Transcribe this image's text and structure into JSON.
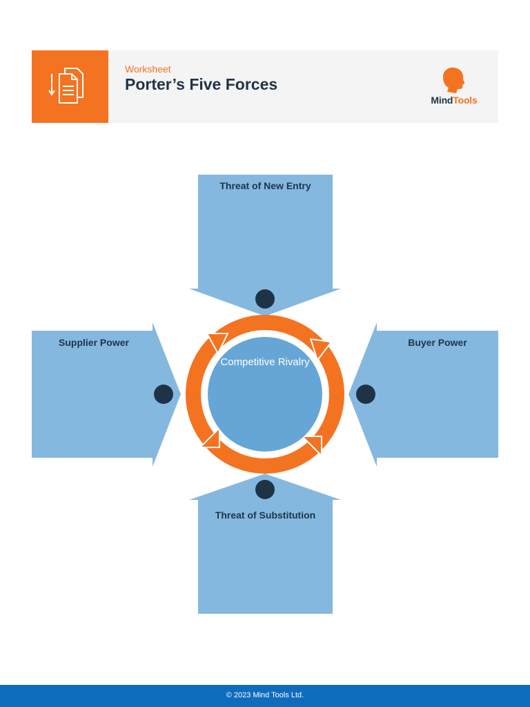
{
  "header": {
    "subtitle": "Worksheet",
    "title": "Porter’s Five Forces",
    "brand_part1": "Mind",
    "brand_part2": "Tools",
    "icon": "documents-icon",
    "brand_icon": "head-profile-icon"
  },
  "diagram": {
    "center_label": "Competitive Rivalry",
    "forces": {
      "top": "Threat of New Entry",
      "left": "Supplier Power",
      "right": "Buyer Power",
      "bottom": "Threat of Substitution"
    }
  },
  "colors": {
    "accent": "#f47320",
    "arrow_fill": "#84b8df",
    "circle_fill": "#66a6d6",
    "dot": "#1f3347",
    "footer": "#0f6cbd"
  },
  "footer": {
    "copyright": "© 2023 Mind Tools Ltd."
  }
}
